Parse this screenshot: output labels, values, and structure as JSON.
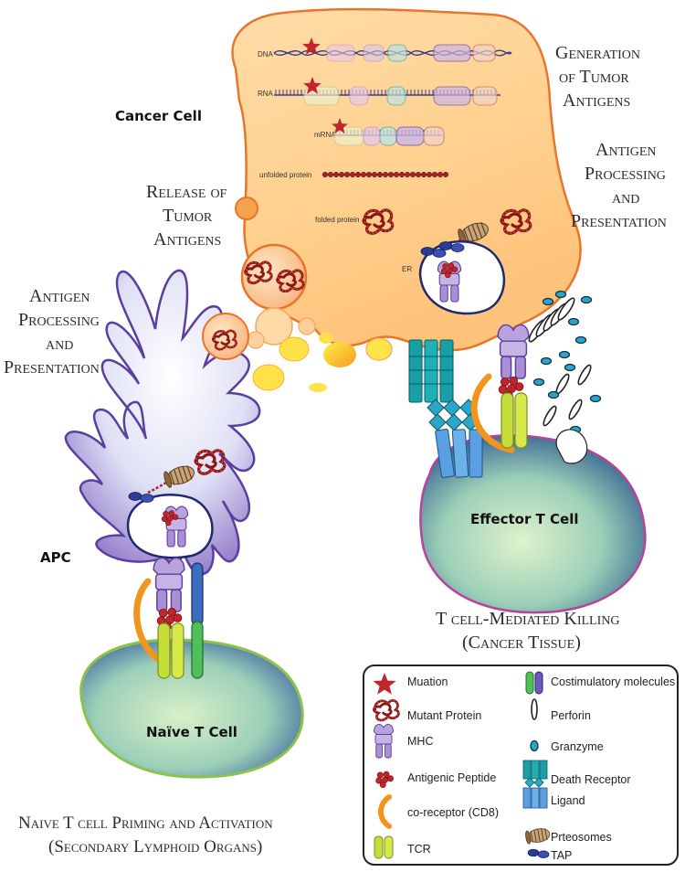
{
  "labels": {
    "cancer_cell": "Cancer Cell",
    "apc": "APC",
    "effector_t_cell": "Effector T Cell",
    "naive_t_cell": "Naïve T Cell",
    "er_cancer": "ER",
    "dna": "DNA",
    "rna": "RNA",
    "mrna": "mRNA",
    "unfolded_protein": "unfolded protein",
    "folded_protein": "folded protein"
  },
  "captions": {
    "generation_1": "Generation",
    "generation_2": "of Tumor",
    "generation_3": "Antigens",
    "release_1": "Release of",
    "release_2": "Tumor",
    "release_3": "Antigens",
    "processing_right_1": "Antigen",
    "processing_right_2": "Processing",
    "processing_right_3": "and",
    "processing_right_4": "Presentation",
    "processing_left_1": "Antigen",
    "processing_left_2": "Processing",
    "processing_left_3": "and",
    "processing_left_4": "Presentation",
    "killing_1": "T cell-Mediated Killing",
    "killing_2": "(Cancer Tissue)",
    "priming_1": "Naive T cell Priming and Activation",
    "priming_2": "(Secondary Lymphoid Organs)"
  },
  "legend": {
    "items": [
      {
        "label": "Muation",
        "icon": "mutation-star-icon"
      },
      {
        "label": "Mutant Protein",
        "icon": "mutant-protein-icon"
      },
      {
        "label": "MHC",
        "icon": "mhc-icon"
      },
      {
        "label": "Antigenic Peptide",
        "icon": "antigenic-peptide-icon"
      },
      {
        "label": "co-receptor (CD8)",
        "icon": "co-receptor-icon"
      },
      {
        "label": "TCR",
        "icon": "tcr-icon"
      },
      {
        "label": "Costimulatory molecules",
        "icon": "costimulatory-icon"
      },
      {
        "label": "Perforin",
        "icon": "perforin-icon"
      },
      {
        "label": "Granzyme",
        "icon": "granzyme-icon"
      },
      {
        "label": "Death Receptor",
        "icon": "death-receptor-icon"
      },
      {
        "label": "Ligand",
        "icon": "ligand-icon"
      },
      {
        "label": "Prteosomes",
        "icon": "proteasome-icon"
      },
      {
        "label": "TAP",
        "icon": "tap-icon"
      }
    ]
  },
  "colors": {
    "cancer_outline": "#e8762a",
    "cancer_fill": "#ffd49a",
    "apc_outline": "#5b3fa0",
    "tcell_outline": "#8bc34a",
    "effector_outline": "#b5449a",
    "peptide": "#c0262c",
    "mhc": "#9a80c8",
    "tcr": "#b8d62e",
    "coreceptor": "#f2951c",
    "death_receptor": "#3a8fd0",
    "ligand": "#18a0a6"
  }
}
